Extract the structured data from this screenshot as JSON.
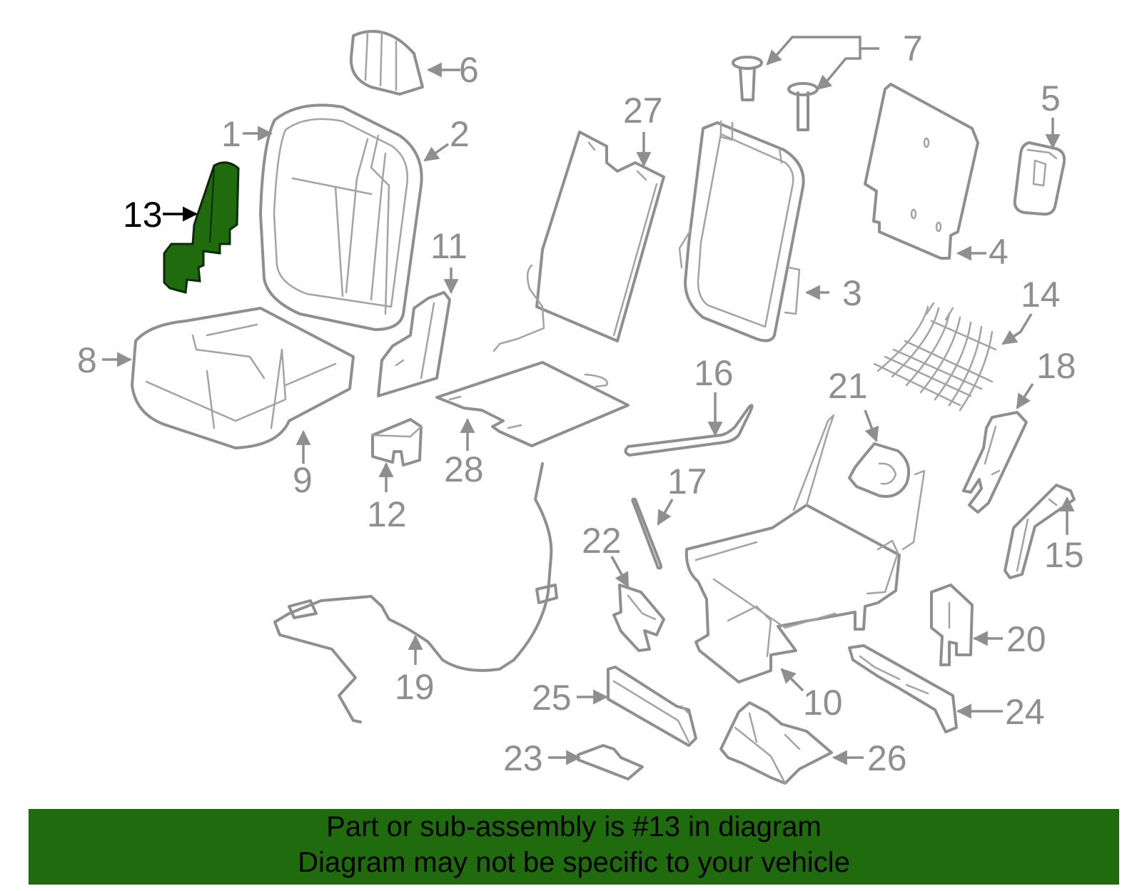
{
  "colors": {
    "highlight": "#1f6b0e",
    "banner_bg": "#1f6b0e",
    "part_line": "#8f8f8f",
    "active_label": "#000000"
  },
  "highlighted_part": "13",
  "callouts": {
    "p1": "1",
    "p2": "2",
    "p3": "3",
    "p4": "4",
    "p5": "5",
    "p6": "6",
    "p7": "7",
    "p8": "8",
    "p9": "9",
    "p10": "10",
    "p11": "11",
    "p12": "12",
    "p13": "13",
    "p14": "14",
    "p15": "15",
    "p16": "16",
    "p17": "17",
    "p18": "18",
    "p19": "19",
    "p20": "20",
    "p21": "21",
    "p22": "22",
    "p23": "23",
    "p24": "24",
    "p25": "25",
    "p26": "26",
    "p27": "27",
    "p28": "28"
  },
  "banner": {
    "line1": "Part or sub-assembly is #13 in diagram",
    "line2": "Diagram may not be specific to your vehicle"
  }
}
